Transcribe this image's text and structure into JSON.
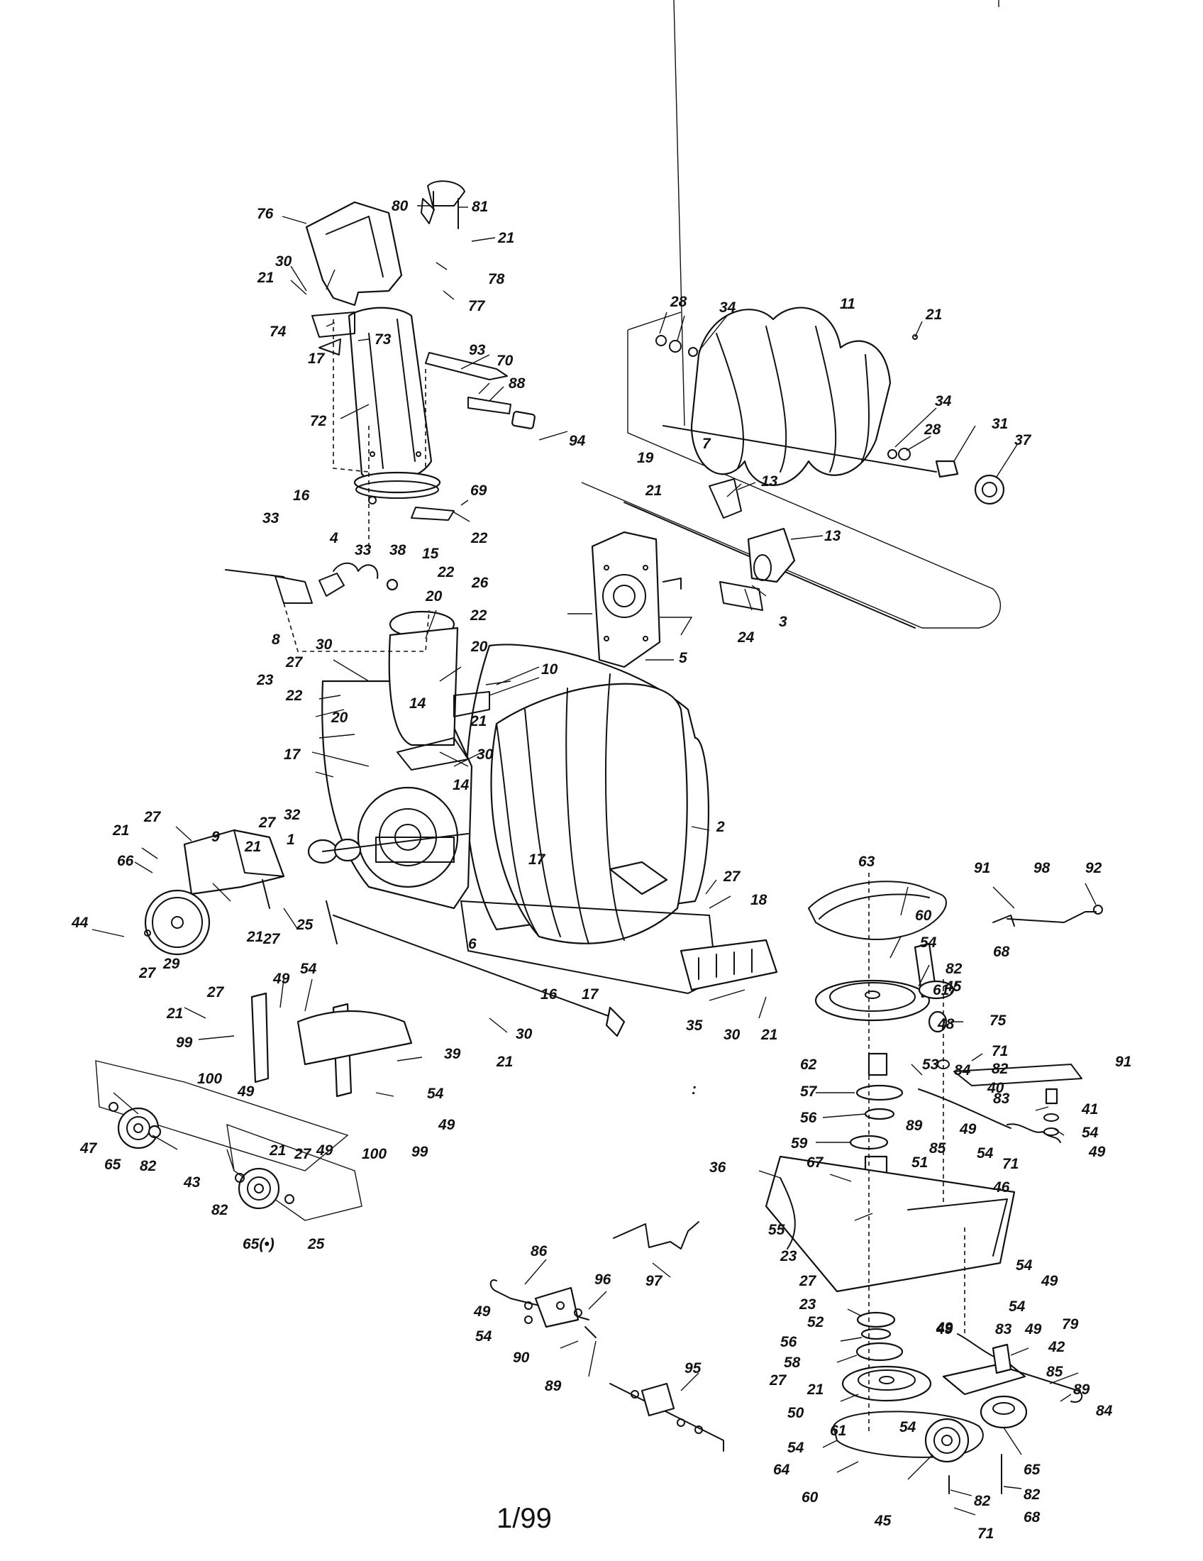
{
  "page_number": "1/99",
  "callouts": {
    "n76": "76",
    "n80": "80",
    "n81": "81",
    "n21a": "21",
    "n30a": "30",
    "n21b": "21",
    "n78": "78",
    "n77": "77",
    "n74": "74",
    "n73": "73",
    "n17a": "17",
    "n72": "72",
    "n93": "93",
    "n70": "70",
    "n88": "88",
    "n94": "94",
    "n69": "69",
    "n22a": "22",
    "n28a": "28",
    "n34a": "34",
    "n11": "11",
    "n21c": "21",
    "n34b": "34",
    "n28b": "28",
    "n31": "31",
    "n37": "37",
    "n19": "19",
    "n7": "7",
    "n13a": "13",
    "n21d": "21",
    "n13b": "13",
    "n3": "3",
    "n24": "24",
    "n5": "5",
    "n33a": "33",
    "n16a": "16",
    "n4": "4",
    "n33b": "33",
    "n38": "38",
    "n15": "15",
    "n8": "8",
    "n22b": "22",
    "n20a": "20",
    "n26": "26",
    "n22c": "22",
    "n30b": "30",
    "n20b": "20",
    "n27a": "27",
    "n23a": "23",
    "n10": "10",
    "n22d": "22",
    "n14a": "14",
    "n20c": "20",
    "n21e": "21",
    "n17b": "17",
    "n30c": "30",
    "n14b": "14",
    "n2": "2",
    "n27b": "27",
    "n32": "32",
    "n9": "9",
    "n21f": "21",
    "n27c": "27",
    "n1": "1",
    "n21g": "21",
    "n66": "66",
    "n25a": "25",
    "n27d": "27",
    "n44": "44",
    "n29": "29",
    "n27e": "27",
    "n21h": "21",
    "n17c": "17",
    "n27f": "27",
    "n18": "18",
    "n6": "6",
    "n27g": "27",
    "n49a": "49",
    "n54a": "54",
    "n21i": "21",
    "n16b": "16",
    "n17d": "17",
    "n99a": "99",
    "n30d": "30",
    "n21j": "21",
    "n35": "35",
    "n30e": "30",
    "n21k": "21",
    "n100a": "100",
    "n49b": "49",
    "n39": "39",
    "n54b": "54",
    "n47": "47",
    "n21l": "21",
    "n27h": "27",
    "n49c": "49",
    "n100b": "100",
    "n99b": "99",
    "n49d": "49",
    "n65a": "65",
    "n82a": "82",
    "n43": "43",
    "n82b": "82",
    "n65b": "65(•)",
    "n25b": "25",
    "n63": "63",
    "n91a": "91",
    "n98": "98",
    "n92": "92",
    "n60a": "60",
    "n54c": "54",
    "n68a": "68",
    "n82c": "82",
    "n45a": "45",
    "n61a": "61",
    "n48": "48",
    "n75": "75",
    "n71a": "71",
    "n82d": "82",
    "n62": "62",
    "n53": "53",
    "n84a": "84",
    "n40": "40",
    "n91b": "91",
    "n57": "57",
    "n83a": "83",
    "n41": "41",
    "n56a": "56",
    "n89a": "89",
    "n85a": "85",
    "n49e": "49",
    "n54d": "54",
    "n49f": "49",
    "n59": "59",
    "n54e": "54",
    "n71b": "71",
    "n36": "36",
    "n67": "67",
    "n51": "51",
    "n46": "46",
    "n55": "55",
    "n23b": "23",
    "n97": "97",
    "n86": "86",
    "n96": "96",
    "n27i": "27",
    "n54f": "54",
    "n49g": "49",
    "n23c": "23",
    "n54g": "54",
    "n52": "52",
    "n49h": "49",
    "n49i": "49",
    "n54h": "54",
    "n90": "90",
    "n89b": "89",
    "n56b": "56",
    "n49j": "49",
    "n83b": "83",
    "n79": "79",
    "n58": "58",
    "n42": "42",
    "n27j": "27",
    "n95": "95",
    "n21m": "21",
    "n85b": "85",
    "n89c": "89",
    "n50": "50",
    "n84b": "84",
    "n61b": "61",
    "n54i": "54",
    "n54j": "54",
    "n64": "64",
    "n60b": "60",
    "n45b": "45",
    "n65c": "65",
    "n82e": "82",
    "n82f": "82",
    "n71c": "71",
    "n68b": "68"
  }
}
